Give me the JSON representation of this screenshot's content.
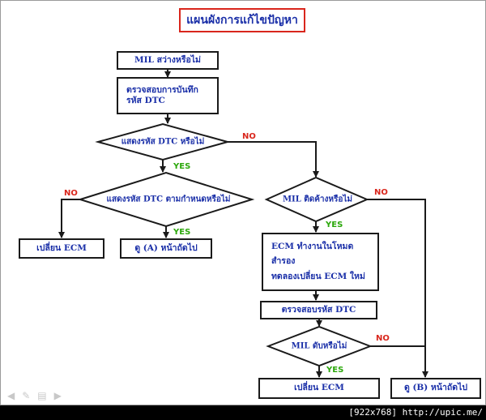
{
  "title": "แผนผังการแก้ไขปัญหา",
  "nodes": {
    "mil_on": "MIL สว่างหรือไม่",
    "check_dtc": [
      "ตรวจสอบการบันทึก",
      "รหัส DTC"
    ],
    "show_dtc": "แสดงรหัส DTC หรือไม่",
    "dtc_spec": "แสดงรหัส DTC ตามกำหนดหรือไม่",
    "replace_ecm_left": "เปลี่ยน ECM",
    "see_a": "ดู (A) หน้าถัดไป",
    "mil_stuck": "MIL ติดค้างหรือไม่",
    "ecm_backup": [
      "ECM ทำงานในโหมด",
      "สำรอง",
      "ทดลองเปลี่ยน ECM ใหม่"
    ],
    "check_dtc2": "ตรวจสอบรหัส DTC",
    "mil_off": "MIL ดับหรือไม่",
    "replace_ecm_bottom": "เปลี่ยน ECM",
    "see_b": "ดู (B) หน้าถัดไป"
  },
  "edge_labels": {
    "show_dtc_no": "NO",
    "show_dtc_yes": "YES",
    "dtc_spec_no": "NO",
    "dtc_spec_yes": "YES",
    "mil_stuck_no": "NO",
    "mil_stuck_yes": "YES",
    "mil_off_no": "NO",
    "mil_off_yes": "YES"
  },
  "toolbar_icons": [
    "arrow-left-icon",
    "pen-icon",
    "menu-icon",
    "arrow-right-icon"
  ],
  "watermark": "[922x768] http://upic.me/",
  "colors": {
    "text_blue": "#1a2fa8",
    "title_border": "#d9261c",
    "no_label": "#d9261c",
    "yes_label": "#2ca80c",
    "box_border": "#1a1a1a",
    "background": "#ffffff"
  }
}
